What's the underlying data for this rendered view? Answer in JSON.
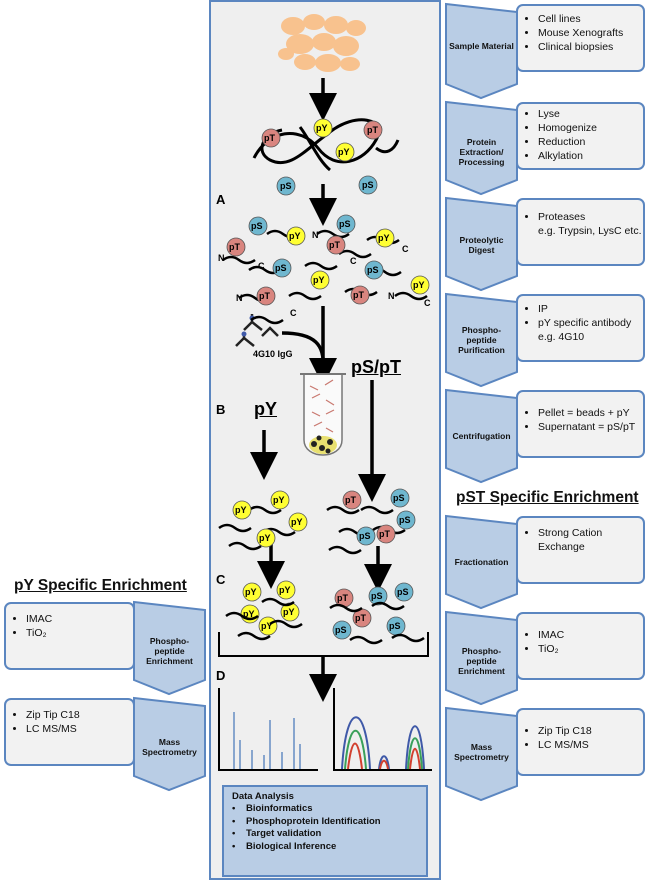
{
  "panel_letters": [
    "A",
    "B",
    "C",
    "D"
  ],
  "antibody_label": "4G10 IgG",
  "branch_labels": {
    "pY": "pY",
    "pSpT": "pS/pT"
  },
  "molecule_labels": {
    "pY": "pY",
    "pT": "pT",
    "pS": "pS",
    "N": "N",
    "C": "C"
  },
  "right_steps": [
    {
      "label": "Sample Material",
      "items": [
        "Cell lines",
        "Mouse Xenografts",
        "Clinical biopsies"
      ]
    },
    {
      "label": "Protein Extraction/ Processing",
      "items": [
        "Lyse",
        "Homogenize",
        "Reduction",
        "Alkylation"
      ]
    },
    {
      "label": "Proteolytic Digest",
      "items": [
        "Proteases",
        "e.g. Trypsin, LysC etc."
      ]
    },
    {
      "label": "Phospho-peptide Purification",
      "items": [
        "IP",
        "pY specific antibody",
        "e.g. 4G10"
      ]
    },
    {
      "label": "Centrifugation",
      "items": [
        "Pellet = beads + pY",
        "Supernatant = pS/pT"
      ]
    },
    {
      "label": "Fractionation",
      "items": [
        "Strong Cation Exchange"
      ]
    },
    {
      "label": "Phospho-peptide Enrichment",
      "items": [
        "IMAC",
        "TiO₂"
      ]
    },
    {
      "label": "Mass Spectrometry",
      "items": [
        "Zip Tip C18",
        "LC MS/MS"
      ]
    }
  ],
  "right_heading": "pST Specific Enrichment",
  "left_heading": "pY Specific Enrichment",
  "left_steps": [
    {
      "label": "Phospho-peptide Enrichment",
      "items": [
        "IMAC",
        "TiO₂"
      ]
    },
    {
      "label": "Mass Spectrometry",
      "items": [
        "Zip Tip C18",
        "LC MS/MS"
      ]
    }
  ],
  "data_analysis": {
    "title": "Data Analysis",
    "items": [
      "Bioinformatics",
      "Phosphoprotein Identification",
      "Target validation",
      "Biological Inference"
    ]
  },
  "colors": {
    "panel_border": "#5b86c0",
    "chevron_fill": "#b9cde5",
    "pY": "#ffff33",
    "pT": "#d9857f",
    "pS": "#6fb7cf",
    "sample_blob": "#f8c28e",
    "trace_blue": "#3f59a8",
    "trace_green": "#3aa05a",
    "trace_red": "#d2402f"
  }
}
